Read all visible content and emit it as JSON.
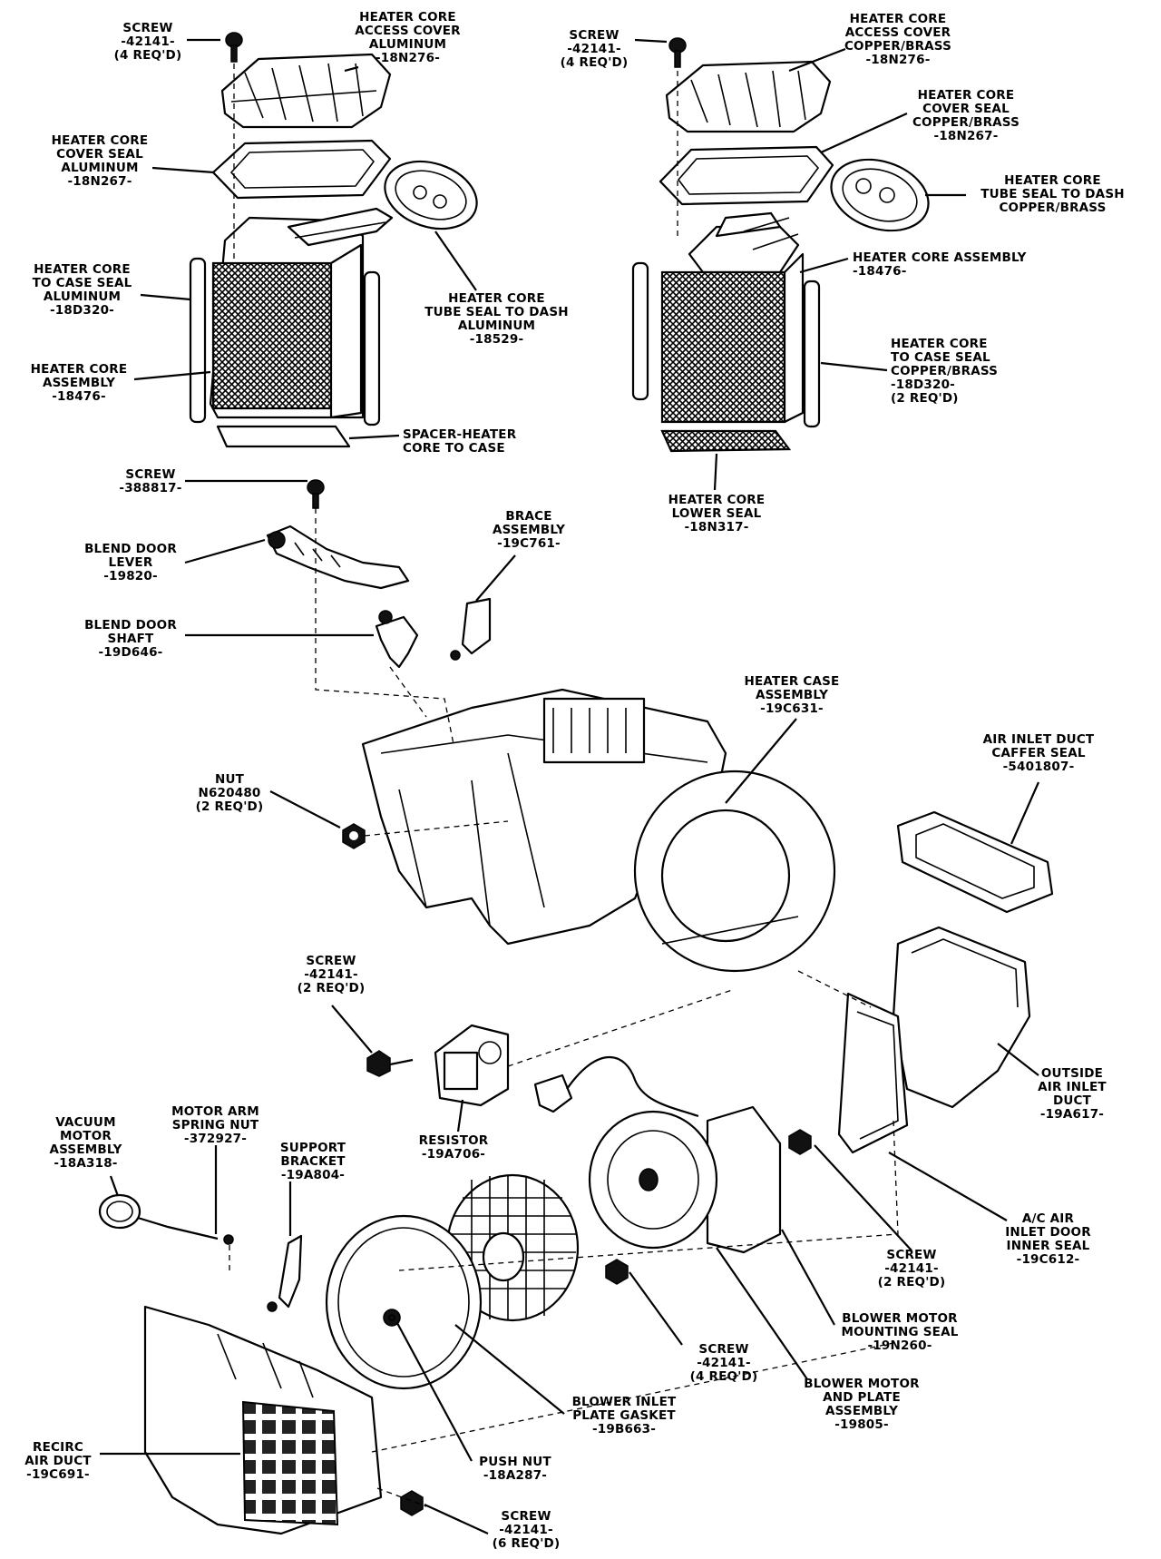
{
  "callouts": {
    "screw_top_left": [
      "SCREW",
      "-42141-",
      "(4 REQ'D)"
    ],
    "access_cover_aluminum": [
      "HEATER CORE",
      "ACCESS COVER",
      "ALUMINUM",
      "-18N276-"
    ],
    "cover_seal_aluminum": [
      "HEATER CORE",
      "COVER SEAL",
      "ALUMINUM",
      "-18N267-"
    ],
    "core_case_seal_aluminum": [
      "HEATER CORE",
      "TO CASE SEAL",
      "ALUMINUM",
      "-18D320-"
    ],
    "core_assembly_left": [
      "HEATER CORE",
      "ASSEMBLY",
      "-18476-"
    ],
    "tube_seal_aluminum": [
      "HEATER CORE",
      "TUBE SEAL TO DASH",
      "ALUMINUM",
      "-18529-"
    ],
    "spacer": [
      "SPACER-HEATER",
      "CORE TO CASE"
    ],
    "screw_top_right": [
      "SCREW",
      "-42141-",
      "(4 REQ'D)"
    ],
    "access_cover_copper": [
      "HEATER CORE",
      "ACCESS COVER",
      "COPPER/BRASS",
      "-18N276-"
    ],
    "cover_seal_copper": [
      "HEATER CORE",
      "COVER SEAL",
      "COPPER/BRASS",
      "-18N267-"
    ],
    "tube_seal_copper": [
      "HEATER CORE",
      "TUBE SEAL TO DASH",
      "COPPER/BRASS"
    ],
    "core_assembly_right": [
      "HEATER CORE ASSEMBLY",
      "-18476-"
    ],
    "core_case_seal_copper": [
      "HEATER CORE",
      "TO CASE SEAL",
      "COPPER/BRASS",
      "-18D320-",
      "(2 REQ'D)"
    ],
    "lower_seal": [
      "HEATER CORE",
      "LOWER SEAL",
      "-18N317-"
    ],
    "screw_lever": [
      "SCREW",
      "-388817-"
    ],
    "blend_door_lever": [
      "BLEND DOOR",
      "LEVER",
      "-19820-"
    ],
    "blend_door_shaft": [
      "BLEND DOOR",
      "SHAFT",
      "-19D646-"
    ],
    "brace_assembly": [
      "BRACE",
      "ASSEMBLY",
      "-19C761-"
    ],
    "heater_case": [
      "HEATER CASE",
      "ASSEMBLY",
      "-19C631-"
    ],
    "air_inlet_seal": [
      "AIR INLET DUCT",
      "CAFFER SEAL",
      "-5401807-"
    ],
    "nut": [
      "NUT",
      "N620480",
      "(2 REQ'D)"
    ],
    "screw_resistor": [
      "SCREW",
      "-42141-",
      "(2 REQ'D)"
    ],
    "resistor": [
      "RESISTOR",
      "-19A706-"
    ],
    "outside_air_duct": [
      "OUTSIDE",
      "AIR INLET",
      "DUCT",
      "-19A617-"
    ],
    "vacuum_motor": [
      "VACUUM",
      "MOTOR",
      "ASSEMBLY",
      "-18A318-"
    ],
    "motor_arm_nut": [
      "MOTOR ARM",
      "SPRING NUT",
      "-372927-"
    ],
    "support_bracket": [
      "SUPPORT",
      "BRACKET",
      "-19A804-"
    ],
    "ac_door_seal": [
      "A/C AIR",
      "INLET DOOR",
      "INNER SEAL",
      "-19C612-"
    ],
    "screw_inlet": [
      "SCREW",
      "-42141-",
      "(2 REQ'D)"
    ],
    "blower_mount_seal": [
      "BLOWER MOTOR",
      "MOUNTING SEAL",
      "-19N260-"
    ],
    "screw_blower": [
      "SCREW",
      "-42141-",
      "(4 REQ'D)"
    ],
    "blower_motor": [
      "BLOWER MOTOR",
      "AND PLATE",
      "ASSEMBLY",
      "-19805-"
    ],
    "inlet_gasket": [
      "BLOWER INLET",
      "PLATE GASKET",
      "-19B663-"
    ],
    "recirc_duct": [
      "RECIRC",
      "AIR DUCT",
      "-19C691-"
    ],
    "push_nut": [
      "PUSH NUT",
      "-18A287-"
    ],
    "screw_bottom": [
      "SCREW",
      "-42141-",
      "(6 REQ'D)"
    ]
  },
  "colors": {
    "ink": "#000000",
    "paper": "#ffffff"
  }
}
